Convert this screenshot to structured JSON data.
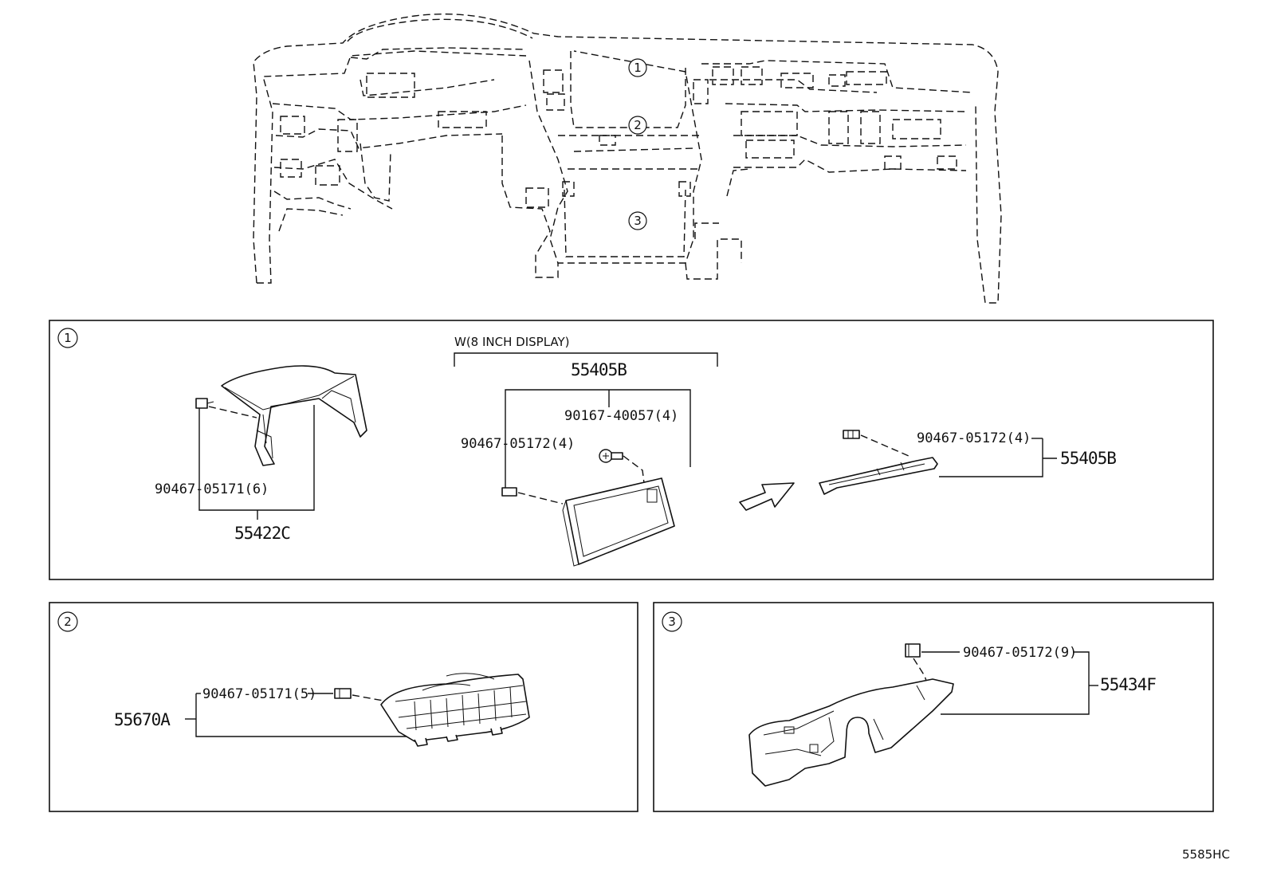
{
  "diagram": {
    "ref_code": "5585HC",
    "markers": [
      "1",
      "2",
      "3"
    ],
    "section1": {
      "marker": "1",
      "variant_note": "W(8 INCH DISPLAY)",
      "labels": {
        "p55422C": "55422C",
        "p90467_05171_6": "90467-05171(6)",
        "p55405B_top": "55405B",
        "p90167_40057_4": "90167-40057(4)",
        "p90467_05172_4a": "90467-05172(4)",
        "p90467_05172_4b": "90467-05172(4)",
        "p55405B_right": "55405B"
      }
    },
    "section2": {
      "marker": "2",
      "labels": {
        "p55670A": "55670A",
        "p90467_05171_5": "90467-05171(5)"
      }
    },
    "section3": {
      "marker": "3",
      "labels": {
        "p55434F": "55434F",
        "p90467_05172_9": "90467-05172(9)"
      }
    }
  }
}
